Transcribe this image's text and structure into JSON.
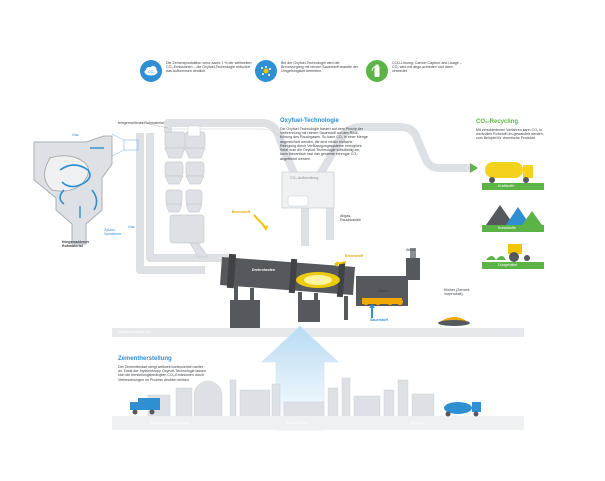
{
  "top_facts": [
    {
      "icon": "co2-cloud-icon",
      "color": "#2e8fd3",
      "text": "Die Zementproduktion verur-sacht 7 % der weltweiten CO₂-Emissionen – die Oxyfuel-Technologie reduziert das Aufkommen deutlich."
    },
    {
      "icon": "oxygen-particles-icon",
      "color": "#2e8fd3",
      "text": "Bei der Oxyfuel-Technologie wird der Brennvorgang mit reinem Sauerstoff anstelle der Umgebungsluft betrieben."
    },
    {
      "icon": "recycling-bottle-icon",
      "color": "#5db446",
      "text": "CCU-Lösung: Carbon Capture and Usage – CO₂ wird mit abge-schieden und dann verwertet."
    }
  ],
  "labels": {
    "gas_left": "Gas",
    "gas_lower": "Gas",
    "feingemahlenes_top": "feingemahlenes Rohmaterial",
    "feingemahlenes_bottom": "feingemahlenes Rohmaterial",
    "zyklon": "Zyklon-Vorwärmer",
    "brennstoff_top": "Brennstoff",
    "brennstoff_right": "Brennstoff",
    "drehrohrofen": "Drehrohrofen",
    "co2_aufbereitung": "CO₂-Aufbereitung",
    "abgas": "Abgas-Rauchkanäle",
    "abluft": "Abluft",
    "kuehler": "Kühler",
    "sauerstoff": "Sauerstoff",
    "klinker": "Klinker (Zement-Vorprodukt)",
    "klinkerzerkleinerung": "Klinkerzerkleinerung",
    "rohmaterial_bottom": "Rohmaterialvorbereitung",
    "zementmuehle": "Zementmühle",
    "versand": "Versand"
  },
  "oxyfuel": {
    "title": "Oxyfuel-Technologie",
    "text": "Die Oxyfuel-Technologie basiert auf dem Prinzip der Verbrennung mit reinem Sauerstoff auf den Rück-führung des Rauchgases. So kann CO₂ in einer Menge angereichert werden, die eine relativ einfache Reinigung durch Verflüssigungssysteme ermöglicht. Setzt man die Oxyfuel-Technologie vollständig ein, kann theoretisch fast das gesamte erzeugte CO₂ abgetrennt werden."
  },
  "recycling": {
    "title": "CO₂-Recycling",
    "text": "Mit verschiedenen Verfahren kann CO₂ in wertvollen Rohstoff um-gewandelt werden, zum Beispiel für chemische Produkte.",
    "items": [
      "Kraftstoffe",
      "Kunststoffe",
      "Düngemittel"
    ]
  },
  "zement": {
    "title": "Zementherstellung",
    "text": "Der Zementbedarf steigt weltweit kontinuierlich weiter an. Dank der thyssenkrupp Oxyfuel-Technologie lassen sich die herstellungsbedingten CO₂-Emissionen durch Verbesserungen im Prozess deutlich senken."
  },
  "colors": {
    "pipe": "#dde1e5",
    "pipe_edge": "#c7ccd2",
    "dark": "#55595e",
    "blue": "#2e8fd3",
    "green": "#5db446",
    "yellow": "#f2c500"
  }
}
